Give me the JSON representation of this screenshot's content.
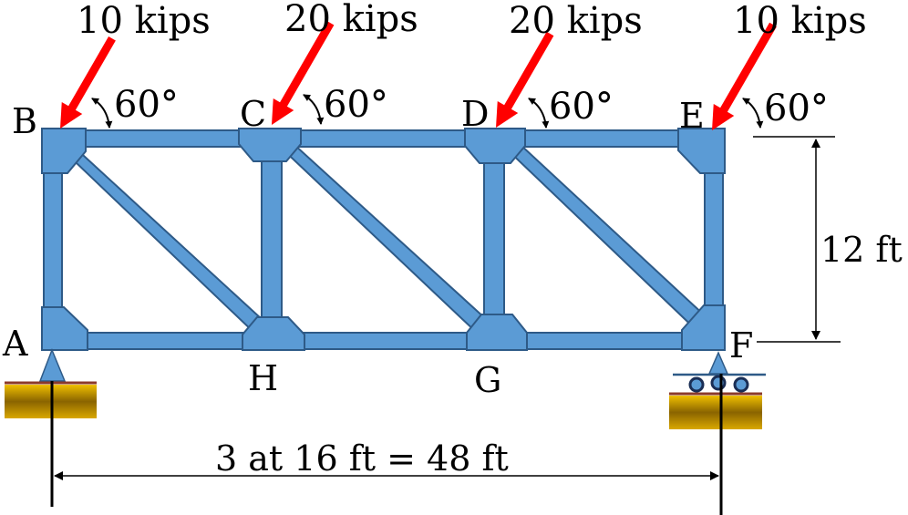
{
  "colors": {
    "member_fill": "#5B9BD5",
    "member_stroke": "#2E5A87",
    "load_arrow": "#FF0000",
    "support_triangle": "#5B9BD5",
    "ground_light": "#F0C000",
    "ground_dark": "#6B4A00",
    "ground_line": "#8B3A2A",
    "line": "#000000"
  },
  "loads": [
    {
      "node": "B",
      "magnitude": "10 kips",
      "angle": "60°"
    },
    {
      "node": "C",
      "magnitude": "20 kips",
      "angle": "60°"
    },
    {
      "node": "D",
      "magnitude": "20 kips",
      "angle": "60°"
    },
    {
      "node": "E",
      "magnitude": "10 kips",
      "angle": "60°"
    }
  ],
  "nodes": {
    "A": "A",
    "B": "B",
    "C": "C",
    "D": "D",
    "E": "E",
    "F": "F",
    "G": "G",
    "H": "H"
  },
  "dimensions": {
    "height": "12 ft",
    "span": "3 at 16 ft = 48 ft"
  },
  "supports": {
    "left": "pin",
    "right": "roller"
  },
  "icons": {
    "load": "red-arrow-icon",
    "angle": "double-headed-arc-arrow-icon",
    "pin_support": "triangle-pin-icon",
    "roller_support": "roller-wheels-icon"
  }
}
